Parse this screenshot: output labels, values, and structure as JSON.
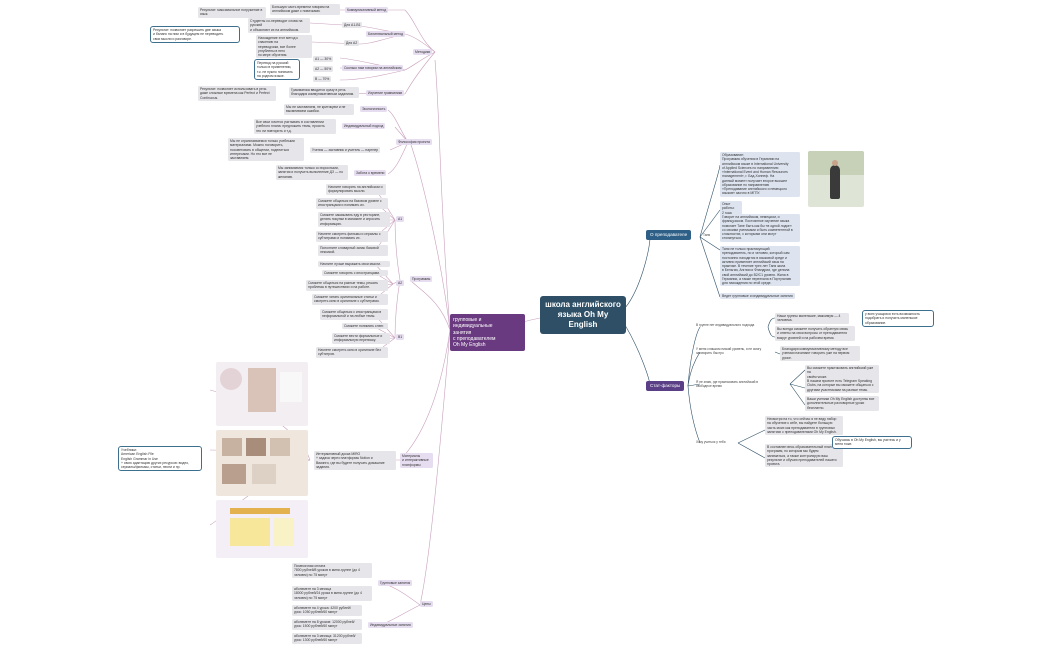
{
  "root": {
    "title": "школа английского\nязыка Oh My English"
  },
  "left_main": {
    "title": "групповые и индивидуальные\nзанятия\nс преподавателем\nOh My English"
  },
  "right_main": {
    "teacher": "О преподавателе",
    "stats": "Стат-факторы"
  },
  "branches": {
    "methods": "Методики",
    "philosophy": "Философия проекта",
    "programs": "Программы",
    "materials": "Материалы\nи интерактивные\nплатформы",
    "prices": "Цены"
  },
  "methods": {
    "communicative": "Коммуникативный метод",
    "comm_text": "Большую часть времени говорим на\nанглийском даже с новичками.",
    "comm_result": "Результат: максимальное погружение в язык.",
    "bilingual": "Билингвальный метод",
    "for_a1": "Для А1-В1",
    "for_a1_text": "Студенты со-переводят слова на русский\nи объясняют их на английском.",
    "from_a2": "Для А2",
    "from_a2_text": "Нахождение этот метод к спасению на\nпереводчики, все более углублены в него\nпо мере обучения.",
    "bilingual_result": "Результат: позволяет разрешить две языка\nи баланс на ним и в будущем не переводить\nсвои мысли и разговоре.",
    "own_words": "Сколько нам говорим на английском",
    "pct_a1": "А1 — 30%",
    "pct_a2": "А2 — 50%",
    "pct_b": "В — 70%",
    "own_words_note": "Перевод на русский\nтолько в применении,\nт.к. не нужно понимать\nна родном языке.",
    "grammar": "Изучение грамматики",
    "grammar_text": "Грамматика вводится сразу в речь\nблагодаря коммуникативным заданиям.",
    "grammar_result": "Результат: позволяет использовать в речь\nдаже сложные времена как Perfect и Perfect\nContinuous."
  },
  "philosophy": {
    "openness": "Экологичность",
    "openness_text": "Мы не заставляем, не критикуем и не\nвысмеиваем ошибки.",
    "individual": "Индивидуальный подход",
    "individual_text": "Все свои хочется учитывать в составлении\nучебного плана: предложить темы, просить\nэто ли повторить и т.д.",
    "partners": "Ученик — заставник и учитель — партнер",
    "partners_text": "Мы не ограничиваемся только учебными\nматериалами. Можно поговорить,\nпосоветовать в общении, поделиться\nинтересами. Но это все не\nзаставляем.",
    "time": "Забота о времени",
    "time_text": "Мы занимаемся только со взрослыми,\nзанятия и получить выполнение ДЗ — по\nжеланию."
  },
  "programs": {
    "a1": "А1",
    "a1_items": [
      "Начните говорить на английском и\nформулировать мысли.",
      "Сможете общаться на базовом уровне с\nиностранцами и понимать их.",
      "Сможете заказывать еду в ресторане,\nделать покупки в магазине и спросить\nинформацию.",
      "Начнете смотреть фильмы и сериалы с\nсубтитрами и понимать их.",
      "Пополните словарный запас базовой\nлексикой."
    ],
    "a2": "А2",
    "a2_items": [
      "Начните лучше выражать свои мысли.",
      "Сможете говорить с иностранцами.",
      "Сможете общаться на разные темы, решать\nпроблемы в путешествиях и на работе.",
      "Сможете читать оригинальные статьи и\nсмотреть кино в оригинале с субтитрами."
    ],
    "b1": "В1",
    "b1_items": [
      "Сможете общаться с иностранцами в\nнеформальной и на любые темы.",
      "Сможете понимать слэнг.",
      "Сможете вести формальные и\nинформальную переписку.",
      "Начнете смотреть кино в оригинале без\nсубтитров."
    ]
  },
  "materials": {
    "text": "Интерактивный доска MIRO\n+ задача через платформы Notion и\nВикинги, где вы будете получать домашние\nзадания.",
    "books": "Учебники:\nAmerican English File\nEnglish Grammar in Use\n+ свою адаптацию других ресурсов: видео,\nсериалы/фильмы, статьи, песни и пр."
  },
  "prices": {
    "group": "Групповые занятия",
    "group_items": [
      "Помесячная оплата\n7800 рублей/8 уроков в мини-группе (до 4\nчеловек) по 75 минут",
      "абонемент на 3 месяца\n18000 рублей/24 урока в мини-группе (до 4\nчеловек) по 75 минут"
    ],
    "individual": "Индивидуальные занятия",
    "individual_items": [
      "абонемент на 4 урока: 4200 рублей/\nурок: 1050 рублей/60 минут",
      "абонемент на 8 уроков: 12000 рублей/\nурок: 1500 рублей/60 минут",
      "абонемент на 3 месяца: 31200 рублей/\nурок: 1300 рублей/60 минут"
    ]
  },
  "teacher": {
    "label": "Таня",
    "education": "Образование:\nПрограмма обучения в Германии на\nанглийском языке в International University\nof Applied Sciences по направлению\n«International Event and Human Resources\nmanagement», г. Бад-Хоннеф. На\nданный момент получает второе высшее\nобразование по направлению\n«Преподавание английского и немецкого\nязыков» заочно в МГПУ.",
    "experience": "Опыт работы:\n2 года",
    "languages": "Говорит на английском, немецком, и\nфранцузском. Постоянное изучение языка\nпомогает Тане быть как бы «в одной лодке»\nсо своими учениками и быть компетентной в\nсложностях, с которыми они могут\nстолкнуться.",
    "practice": "Таня не только практикующий\nпреподаватель, но и человек, который сам\nпостоянно находится в языковой среде и\nактивно применяет английский язык на\nпрактике. В течение трех лет Таня жила\nв Бельгии, Англии и Фландрии, где делила\nсвой английский до B2/C1 уровня. Жила в\nГермании, а также переехала в Португалию\nдля нахождения по этой среде.",
    "lessons": "Ведет групповые и индивидуальные занятия"
  },
  "stats": {
    "groups_title": "В группе нет индивидуального подхода",
    "groups_text": "Наши группы маленькие, максимум — 4\nчеловека.",
    "groups_text2": "Вы всегда сможете получить обратную связь\nи ответы на свои вопросы от преподавателя\nвокруг уровней и на рабочем время.",
    "groups_note": "у всех учащихся есть возможность\nподобрать и получить маленькое\nобразование.",
    "speak_title": "У меня слишком низкий уровень, я не смогу\nзаговорить быстро",
    "speak_text": "Благодаря коммуникативному методу все\nученики начинают говорить уже на первом\nуроке.",
    "practice_title": "Я не знаю, где практиковать английский в\nсвободное время",
    "practice_items": [
      "Вы сможете практиковать английский уже на\nсвоём уроке.",
      "В нашем проекте есть Telegram Speaking\nClubs, на которые вы сможете общаться с\nдругими участниками на разные темы.",
      "Ваши ученики Oh My English доступны все\nдополнительные разговорные уроки\nбесплатно."
    ],
    "teacher_title": "Хочу учиться у тебя",
    "teacher_items": [
      "Несмотря на то, что сейчас я не веду набор\nна обучение к себе, вы найдете большую\nчасть моих как преподавателя в групповых\nзанятиях с преподавателями Oh My English.",
      "В составлен весь образовательный план\nпрограмм, по которым мы будем\nзаниматься, а также контролирую ваш\nрезультат и обучаю преподавателей нашего\nпроекта."
    ],
    "teacher_note": "Обучаясь в Oh My English, вы учитесь и у\nменя тоже."
  },
  "colors": {
    "root": "#2e4f66",
    "purple_main": "#6a3a80",
    "teacher_pill": "#2e5f87",
    "stats_pill": "#5a3f86",
    "link_left": "#c08fae",
    "link_right": "#2e4f66"
  }
}
